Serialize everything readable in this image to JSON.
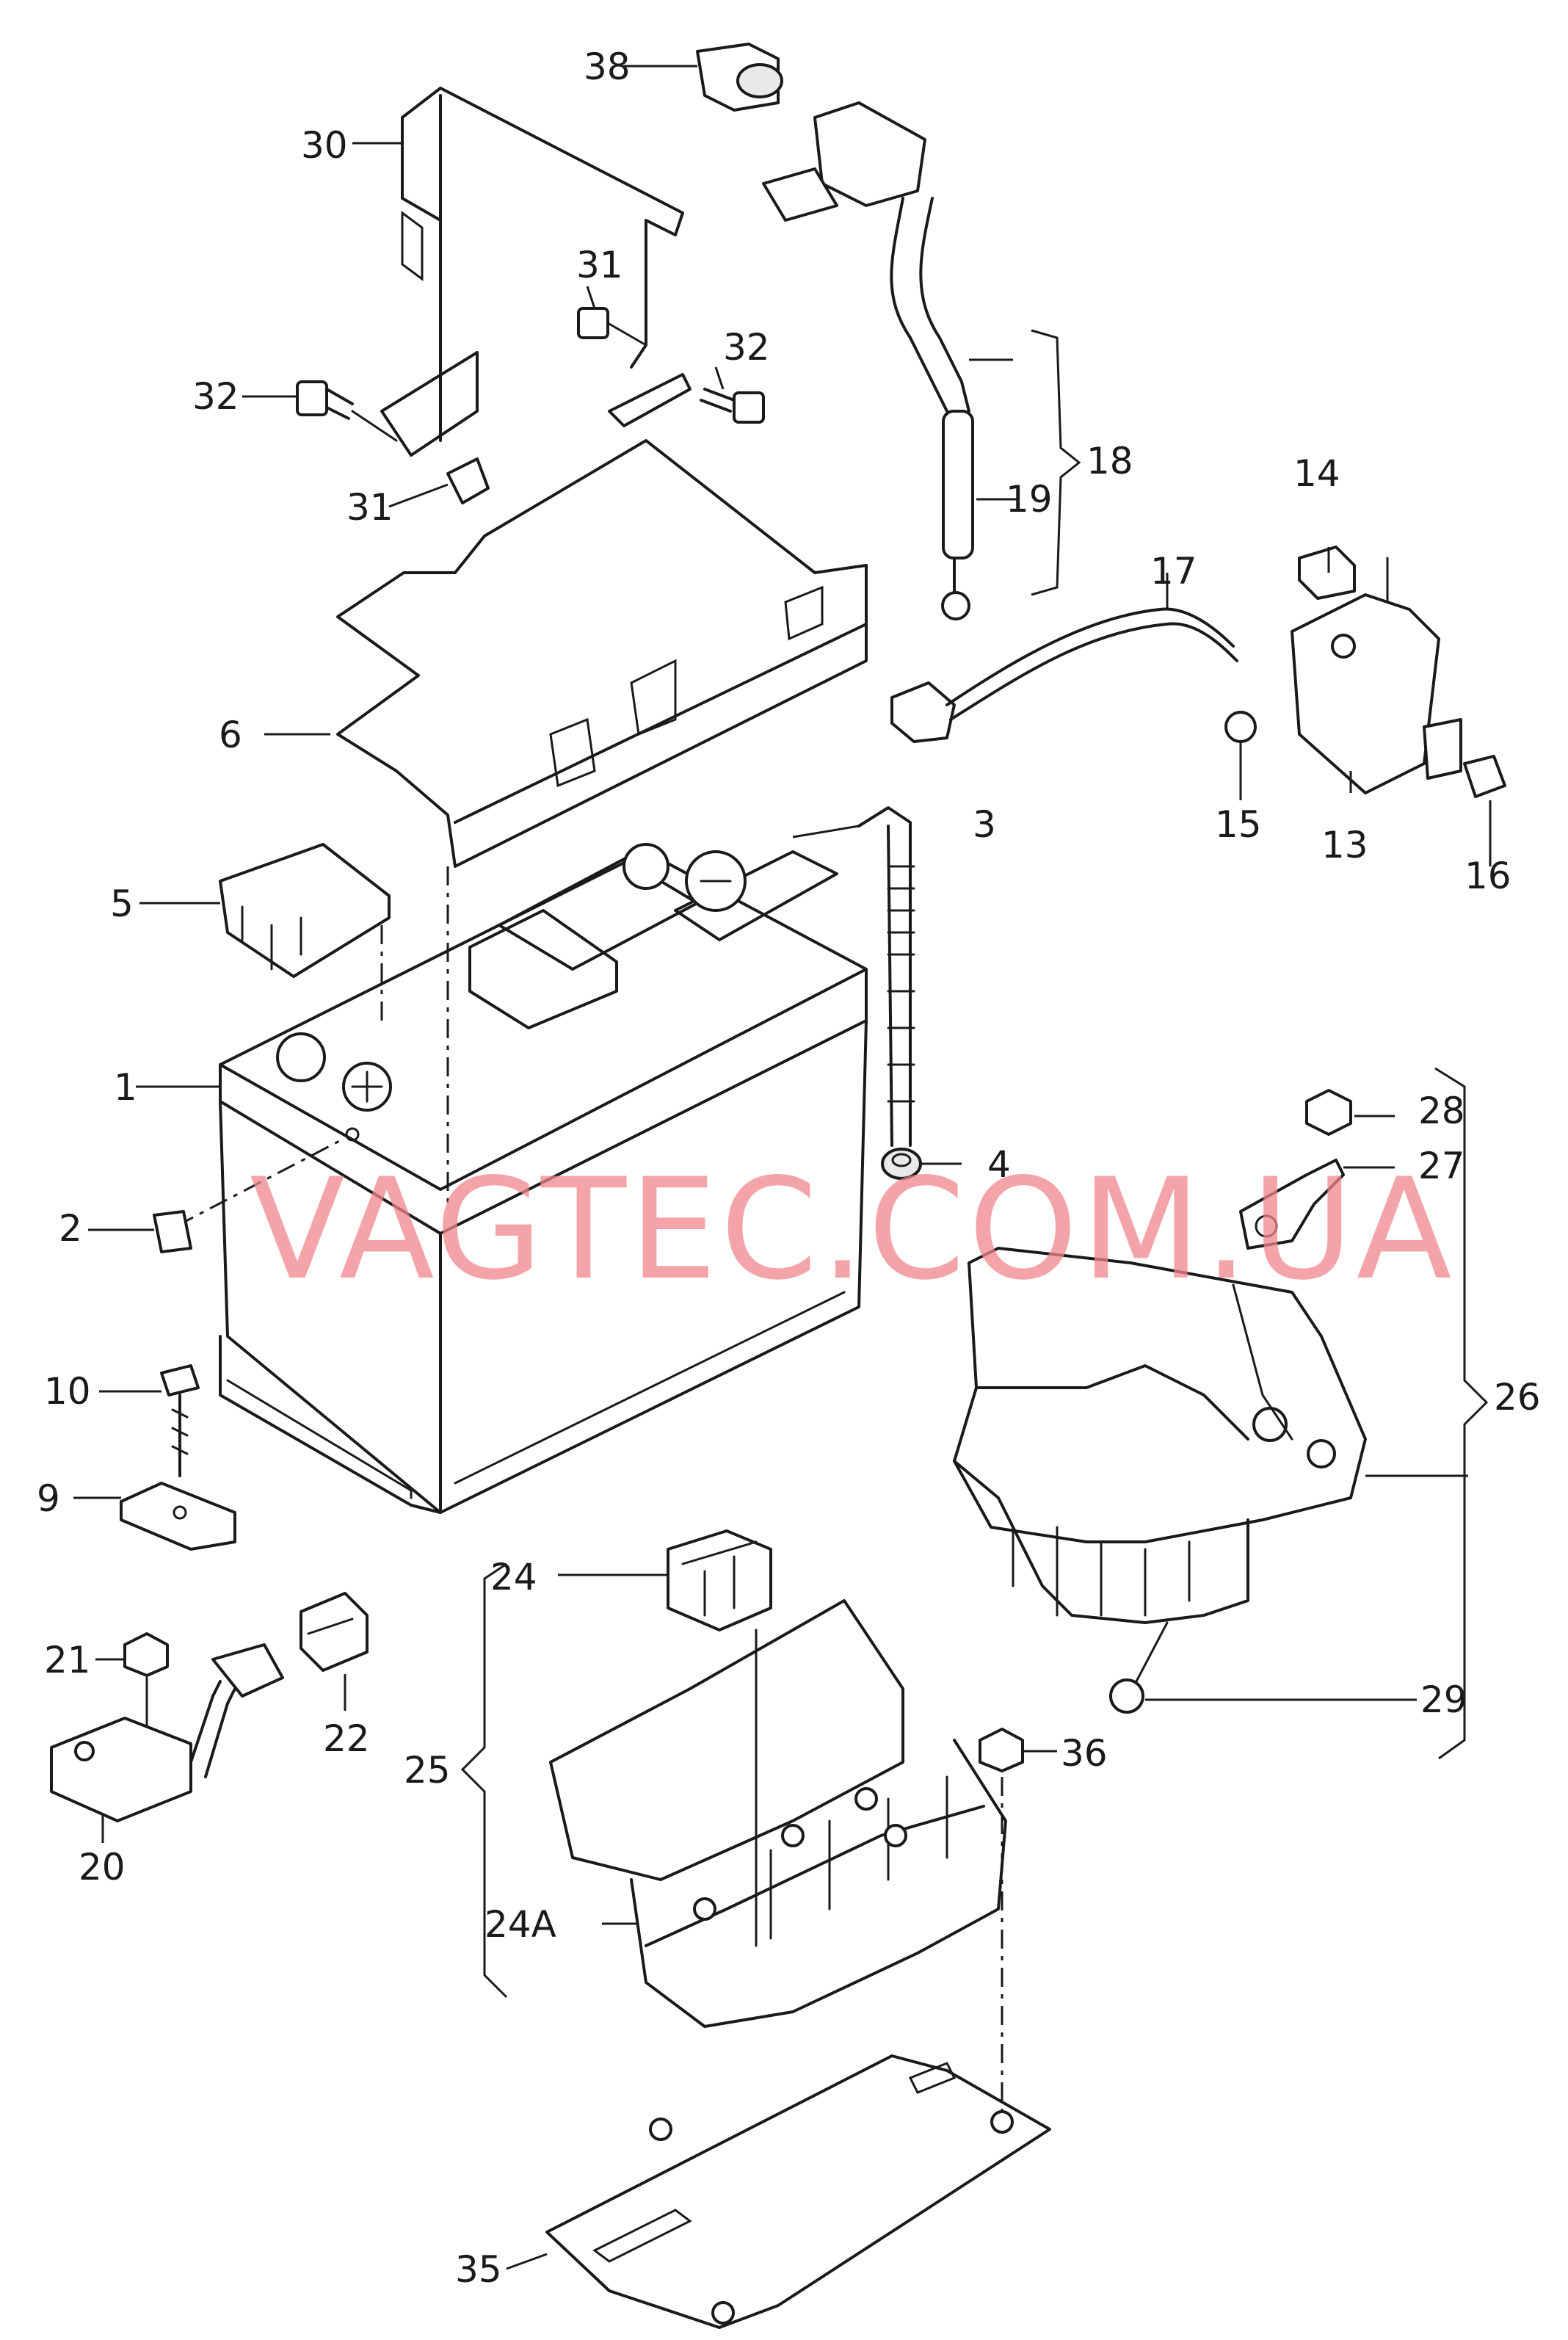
{
  "watermark": "VAGTEC.COM.UA",
  "labels": {
    "l1": "1",
    "l2": "2",
    "l3": "3",
    "l4": "4",
    "l5": "5",
    "l6": "6",
    "l9": "9",
    "l10": "10",
    "l13": "13",
    "l14": "14",
    "l15": "15",
    "l16": "16",
    "l17": "17",
    "l18": "18",
    "l19": "19",
    "l20": "20",
    "l21": "21",
    "l22": "22",
    "l24": "24",
    "l24a": "24A",
    "l25": "25",
    "l26": "26",
    "l27": "27",
    "l28": "28",
    "l29": "29",
    "l30": "30",
    "l31a": "31",
    "l31b": "31",
    "l32a": "32",
    "l32b": "32",
    "l35": "35",
    "l36": "36",
    "l38": "38"
  }
}
